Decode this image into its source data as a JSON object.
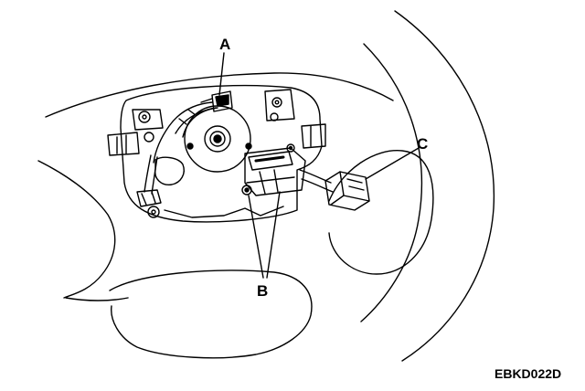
{
  "labels": {
    "a": "A",
    "b": "B",
    "c": "C"
  },
  "figure_code": "EBKD022D",
  "colors": {
    "ink": "#000000",
    "paper": "#ffffff"
  }
}
